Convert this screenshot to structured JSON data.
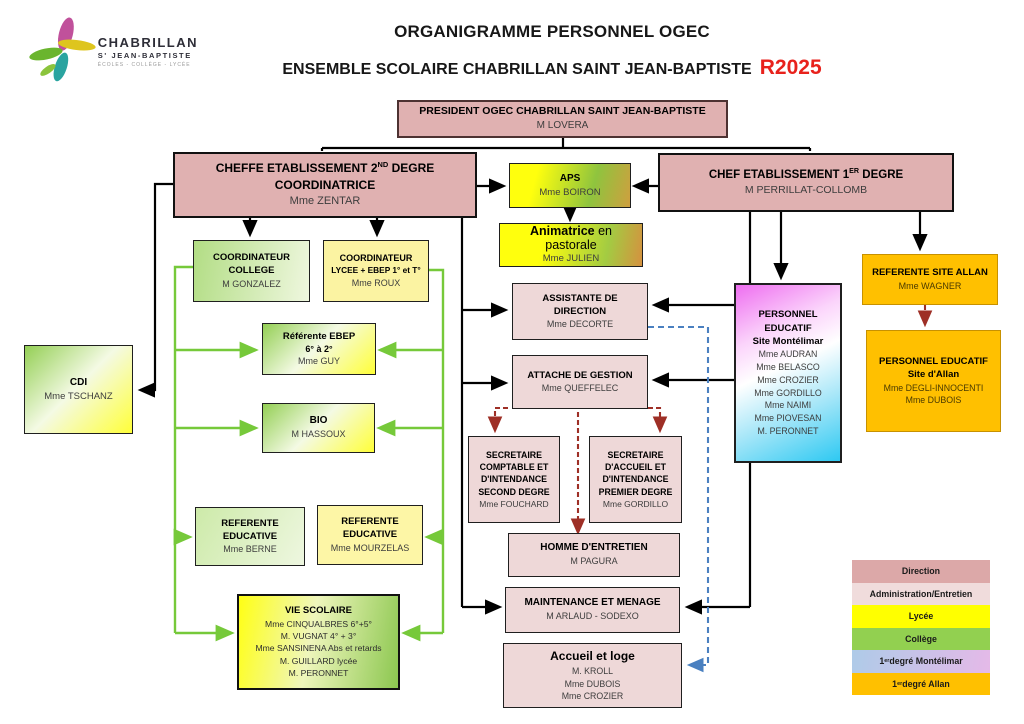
{
  "header": {
    "logo": {
      "line1": "CHABRILLAN",
      "line2": "S' JEAN-BAPTISTE",
      "line3": "ÉCOLES - COLLÈGE - LYCÉE"
    },
    "title": "ORGANIGRAMME PERSONNEL OGEC",
    "subtitle": "ENSEMBLE SCOLAIRE CHABRILLAN SAINT JEAN-BAPTISTE",
    "year": "R2025"
  },
  "boxes": {
    "president": {
      "title": "PRESIDENT OGEC CHABRILLAN SAINT JEAN-BAPTISTE",
      "name": "M LOVERA"
    },
    "cheffe": {
      "title_pre": "CHEFFE ETABLISSEMENT 2",
      "title_sup": "ND",
      "title_post": " DEGRE",
      "title2": "COORDINATRICE",
      "name": "Mme ZENTAR"
    },
    "chef": {
      "title_pre": "CHEF ETABLISSEMENT 1",
      "title_sup": "ER",
      "title_post": " DEGRE",
      "name": "M PERRILLAT-COLLOMB"
    },
    "aps": {
      "title": "APS",
      "name": "Mme BOIRON"
    },
    "animatrice": {
      "title_bold": "Animatrice",
      "title_rest": " en pastorale",
      "name": "Mme JULIEN"
    },
    "coord_college": {
      "l1": "COORDINATEUR",
      "l2": "COLLEGE",
      "name": "M GONZALEZ"
    },
    "coord_lycee": {
      "l1": "COORDINATEUR",
      "l2": "LYCEE + EBEP 1° et T°",
      "name": "Mme ROUX"
    },
    "cdi": {
      "title": "CDI",
      "name": "Mme TSCHANZ"
    },
    "ref_ebep": {
      "l1": "Référente EBEP",
      "l2": "6° à 2°",
      "name": "Mme GUY"
    },
    "bio": {
      "title": "BIO",
      "name": "M HASSOUX"
    },
    "assistante": {
      "l1": "ASSISTANTE DE",
      "l2": "DIRECTION",
      "name": "Mme DECORTE"
    },
    "attache": {
      "l1": "ATTACHE DE GESTION",
      "name": "Mme QUEFFELEC"
    },
    "sec_comptable": {
      "lines": [
        "SECRETAIRE",
        "COMPTABLE ET",
        "D'INTENDANCE",
        "SECOND DEGRE"
      ],
      "name": "Mme FOUCHARD"
    },
    "sec_accueil": {
      "lines": [
        "SECRETAIRE",
        "D'ACCUEIL ET",
        "D'INTENDANCE",
        "PREMIER DEGRE"
      ],
      "name": "Mme GORDILLO"
    },
    "homme": {
      "title": "HOMME D'ENTRETIEN",
      "name": "M PAGURA"
    },
    "maintenance": {
      "title": "MAINTENANCE ET MENAGE",
      "name": "M ARLAUD - SODEXO"
    },
    "accueil": {
      "title": "Accueil et loge",
      "names": [
        "M. KROLL",
        "Mme DUBOIS",
        "Mme CROZIER"
      ]
    },
    "ref_berne": {
      "l1": "REFERENTE",
      "l2": "EDUCATIVE",
      "name": "Mme BERNE"
    },
    "ref_mourzelas": {
      "l1": "REFERENTE",
      "l2": "EDUCATIVE",
      "name": "Mme MOURZELAS"
    },
    "vie_scolaire": {
      "title": "VIE SCOLAIRE",
      "names": [
        "Mme CINQUALBRES 6°+5°",
        "M. VUGNAT 4° + 3°",
        "Mme SANSINENA Abs et retards",
        "M. GUILLARD lycée",
        "M. PERONNET"
      ]
    },
    "personnel_mont": {
      "l1": "PERSONNEL",
      "l2": "EDUCATIF",
      "l3": "Site Montélimar",
      "names": [
        "Mme AUDRAN",
        "Mme BELASCO",
        "Mme CROZIER",
        "Mme GORDILLO",
        "Mme NAIMI",
        "Mme PIOVESAN",
        "M. PERONNET"
      ]
    },
    "ref_allan": {
      "title": "REFERENTE SITE ALLAN",
      "name": "Mme WAGNER"
    },
    "pers_allan": {
      "l1": "PERSONNEL EDUCATIF",
      "l2": "Site d'Allan",
      "names": [
        "Mme DEGLI-INNOCENTI",
        "Mme DUBOIS"
      ]
    }
  },
  "legend": {
    "direction": "Direction",
    "administration": "Administration/Entretien",
    "lycee": "Lycée",
    "college": "Collège",
    "montelimar_pre": "1",
    "montelimar_sup": "er",
    "montelimar_post": " degré Montélimar",
    "allan_pre": "1",
    "allan_sup": "er",
    "allan_post": " degré Allan"
  },
  "colors": {
    "accent_red": "#e8221c",
    "direction_pink": "#dca8a8",
    "admin_pink": "#eed8d8",
    "lycee_yellow": "#ffff00",
    "college_green": "#92d050",
    "allan_orange": "#ffc000",
    "line_green": "#76c93a",
    "dashed_red": "#9e2f26",
    "dashed_blue": "#4a80c0"
  }
}
